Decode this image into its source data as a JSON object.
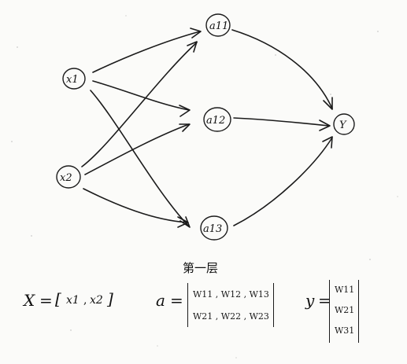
{
  "diagram": {
    "nodes": {
      "x1": "x1",
      "x2": "x2",
      "a11": "a11",
      "a12": "a12",
      "a13": "a13",
      "y": "Y"
    },
    "layer_title": "第一层",
    "x_equation": {
      "lhs": "X",
      "eq": "=",
      "open": "[",
      "e1": "x1",
      "sep": ",",
      "e2": "x2",
      "close": "]"
    },
    "a_equation": {
      "lhs": "a",
      "eq": "=",
      "row1": "W11 , W12 , W13",
      "row2": "W21 , W22 , W23"
    },
    "y_equation": {
      "lhs": "y",
      "eq": "=",
      "col": [
        "W11",
        "W21",
        "W31"
      ]
    }
  }
}
